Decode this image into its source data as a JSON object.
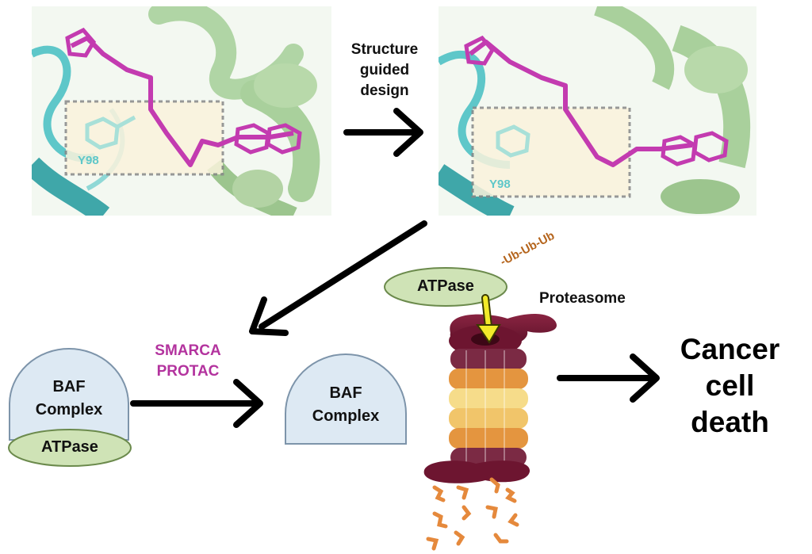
{
  "step1": {
    "line1": "Structure",
    "line2": "guided",
    "line3": "design"
  },
  "residue_left": "Y98",
  "residue_right": "Y98",
  "protac": {
    "line1": "SMARCA",
    "line2": "PROTAC"
  },
  "baf_left": {
    "line1": "BAF",
    "line2": "Complex",
    "subunit": "ATPase"
  },
  "baf_right": {
    "line1": "BAF",
    "line2": "Complex"
  },
  "tagged": {
    "subunit": "ATPase",
    "ubiquitin": "-Ub-Ub-Ub"
  },
  "proteasome": "Proteasome",
  "outcome": {
    "line1": "Cancer",
    "line2": "cell",
    "line3": "death"
  },
  "colors": {
    "teal": "#5ec7c9",
    "green": "#a9d09c",
    "magenta": "#c33bb0",
    "protac_text": "#b3339e",
    "ub_text": "#b5651d",
    "bubble_fill": "#dde9f3",
    "ellipse_fill": "#cfe3b6",
    "proteasome_cap": "#6d1530",
    "yellow": "#f2ea2a",
    "peptide": "#e5893c"
  }
}
